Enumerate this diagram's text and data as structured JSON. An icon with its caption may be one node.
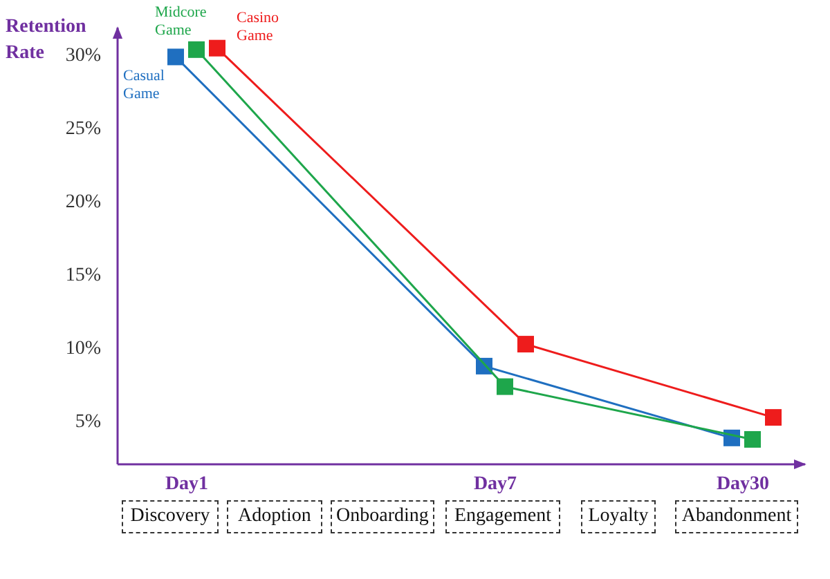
{
  "diagram": {
    "nodes": [
      {
        "text": [
          "Discovery"
        ]
      },
      {
        "text": [
          "Adoption"
        ]
      },
      {
        "text": [
          "Onboarding"
        ]
      },
      {
        "text": [
          "Engagement"
        ]
      },
      {
        "text": [
          "Loyalty"
        ]
      },
      {
        "text": [
          "Abandonment"
        ]
      }
    ],
    "edges": [],
    "chart_data": {
      "type": "line",
      "ylabel": "Retention Rate",
      "categories": [
        "Day1",
        "Day7",
        "Day30"
      ],
      "series": [
        {
          "name": "Casual Game",
          "color": "#1f6fc0",
          "marker": "square",
          "values": [
            30,
            8.9,
            4
          ]
        },
        {
          "name": "Midcore Game",
          "color": "#1ea64b",
          "marker": "square",
          "values": [
            30.5,
            7.5,
            3.9
          ]
        },
        {
          "name": "Casino Game",
          "color": "#ee1c1c",
          "marker": "square",
          "values": [
            30.6,
            10.4,
            5.4
          ]
        }
      ],
      "ylim": [
        2.2,
        32
      ],
      "yticks": [
        {
          "value": 5,
          "label": "5%"
        },
        {
          "value": 10,
          "label": "10%"
        },
        {
          "value": 15,
          "label": "15%"
        },
        {
          "value": 20,
          "label": "20%"
        },
        {
          "value": 25,
          "label": "25%"
        },
        {
          "value": 30,
          "label": "30%"
        }
      ]
    }
  }
}
